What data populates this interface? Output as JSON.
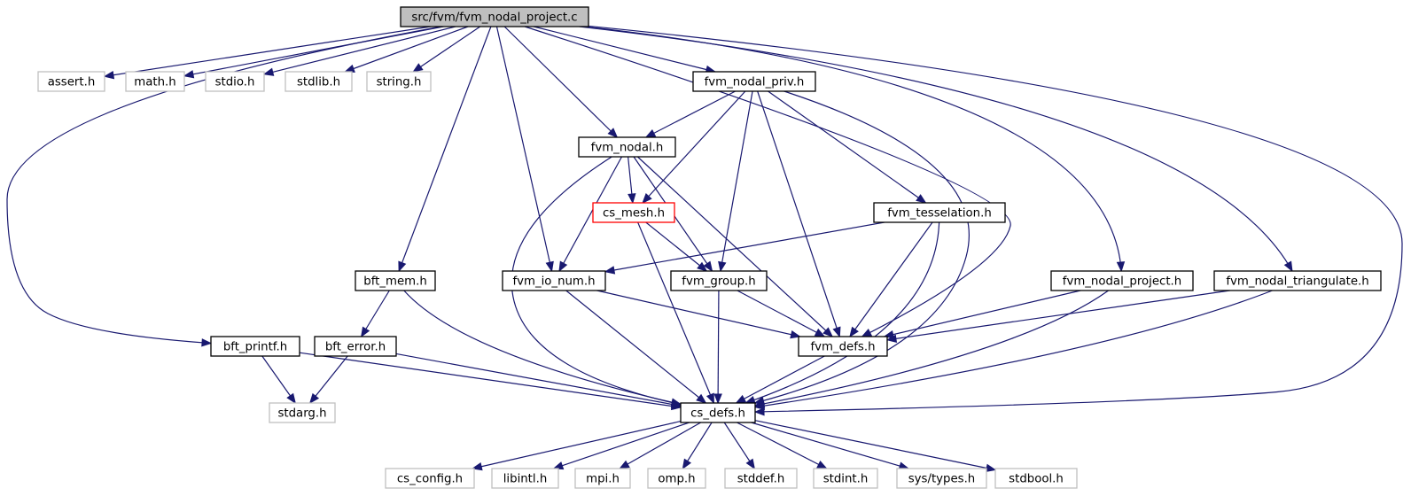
{
  "colors": {
    "edge": "#191970",
    "node_border": "#000000",
    "node_border_missing": "#bfbfbf",
    "node_border_incomplete": "#ff0000",
    "root_fill": "#bfbfbf",
    "node_fill": "#ffffff",
    "text": "#000000"
  },
  "nodes": [
    {
      "id": "root",
      "label": "src/fvm/fvm_nodal_project.c",
      "kind": "root"
    },
    {
      "id": "assert",
      "label": "assert.h",
      "kind": "missing"
    },
    {
      "id": "math",
      "label": "math.h",
      "kind": "missing"
    },
    {
      "id": "stdio",
      "label": "stdio.h",
      "kind": "missing"
    },
    {
      "id": "stdlib",
      "label": "stdlib.h",
      "kind": "missing"
    },
    {
      "id": "string",
      "label": "string.h",
      "kind": "missing"
    },
    {
      "id": "priv",
      "label": "fvm_nodal_priv.h",
      "kind": "normal"
    },
    {
      "id": "nodal",
      "label": "fvm_nodal.h",
      "kind": "normal"
    },
    {
      "id": "mesh",
      "label": "cs_mesh.h",
      "kind": "incomplete"
    },
    {
      "id": "tess",
      "label": "fvm_tesselation.h",
      "kind": "normal"
    },
    {
      "id": "bftmem",
      "label": "bft_mem.h",
      "kind": "normal"
    },
    {
      "id": "ionum",
      "label": "fvm_io_num.h",
      "kind": "normal"
    },
    {
      "id": "group",
      "label": "fvm_group.h",
      "kind": "normal"
    },
    {
      "id": "proj",
      "label": "fvm_nodal_project.h",
      "kind": "normal"
    },
    {
      "id": "tri",
      "label": "fvm_nodal_triangulate.h",
      "kind": "normal"
    },
    {
      "id": "bftprintf",
      "label": "bft_printf.h",
      "kind": "normal"
    },
    {
      "id": "bfterror",
      "label": "bft_error.h",
      "kind": "normal"
    },
    {
      "id": "fvmdefs",
      "label": "fvm_defs.h",
      "kind": "normal"
    },
    {
      "id": "stdarg",
      "label": "stdarg.h",
      "kind": "missing"
    },
    {
      "id": "csdefs",
      "label": "cs_defs.h",
      "kind": "normal"
    },
    {
      "id": "csconfig",
      "label": "cs_config.h",
      "kind": "missing"
    },
    {
      "id": "libintl",
      "label": "libintl.h",
      "kind": "missing"
    },
    {
      "id": "mpi",
      "label": "mpi.h",
      "kind": "missing"
    },
    {
      "id": "omp",
      "label": "omp.h",
      "kind": "missing"
    },
    {
      "id": "stddef",
      "label": "stddef.h",
      "kind": "missing"
    },
    {
      "id": "stdint",
      "label": "stdint.h",
      "kind": "missing"
    },
    {
      "id": "systypes",
      "label": "sys/types.h",
      "kind": "missing"
    },
    {
      "id": "stdbool",
      "label": "stdbool.h",
      "kind": "missing"
    }
  ],
  "edges": [
    {
      "from": "root",
      "to": "assert"
    },
    {
      "from": "root",
      "to": "math"
    },
    {
      "from": "root",
      "to": "stdio"
    },
    {
      "from": "root",
      "to": "stdlib"
    },
    {
      "from": "root",
      "to": "string"
    },
    {
      "from": "root",
      "to": "priv"
    },
    {
      "from": "root",
      "to": "nodal"
    },
    {
      "from": "root",
      "to": "bftmem"
    },
    {
      "from": "root",
      "to": "ionum"
    },
    {
      "from": "root",
      "to": "fvmdefs"
    },
    {
      "from": "root",
      "to": "proj"
    },
    {
      "from": "root",
      "to": "tri"
    },
    {
      "from": "root",
      "to": "csdefs"
    },
    {
      "from": "root",
      "to": "bftprintf"
    },
    {
      "from": "priv",
      "to": "nodal"
    },
    {
      "from": "priv",
      "to": "mesh"
    },
    {
      "from": "priv",
      "to": "group"
    },
    {
      "from": "priv",
      "to": "fvmdefs"
    },
    {
      "from": "priv",
      "to": "tess"
    },
    {
      "from": "priv",
      "to": "csdefs"
    },
    {
      "from": "nodal",
      "to": "mesh"
    },
    {
      "from": "nodal",
      "to": "ionum"
    },
    {
      "from": "nodal",
      "to": "group"
    },
    {
      "from": "nodal",
      "to": "fvmdefs"
    },
    {
      "from": "nodal",
      "to": "csdefs"
    },
    {
      "from": "mesh",
      "to": "group"
    },
    {
      "from": "mesh",
      "to": "csdefs"
    },
    {
      "from": "tess",
      "to": "ionum"
    },
    {
      "from": "tess",
      "to": "fvmdefs"
    },
    {
      "from": "tess",
      "to": "csdefs"
    },
    {
      "from": "bftmem",
      "to": "bfterror"
    },
    {
      "from": "bftmem",
      "to": "csdefs"
    },
    {
      "from": "ionum",
      "to": "fvmdefs"
    },
    {
      "from": "ionum",
      "to": "csdefs"
    },
    {
      "from": "group",
      "to": "fvmdefs"
    },
    {
      "from": "group",
      "to": "csdefs"
    },
    {
      "from": "proj",
      "to": "fvmdefs"
    },
    {
      "from": "proj",
      "to": "csdefs"
    },
    {
      "from": "tri",
      "to": "fvmdefs"
    },
    {
      "from": "tri",
      "to": "csdefs"
    },
    {
      "from": "bftprintf",
      "to": "stdarg"
    },
    {
      "from": "bftprintf",
      "to": "csdefs"
    },
    {
      "from": "bfterror",
      "to": "stdarg"
    },
    {
      "from": "bfterror",
      "to": "csdefs"
    },
    {
      "from": "fvmdefs",
      "to": "csdefs"
    },
    {
      "from": "csdefs",
      "to": "csconfig"
    },
    {
      "from": "csdefs",
      "to": "libintl"
    },
    {
      "from": "csdefs",
      "to": "mpi"
    },
    {
      "from": "csdefs",
      "to": "omp"
    },
    {
      "from": "csdefs",
      "to": "stddef"
    },
    {
      "from": "csdefs",
      "to": "stdint"
    },
    {
      "from": "csdefs",
      "to": "systypes"
    },
    {
      "from": "csdefs",
      "to": "stdbool"
    }
  ]
}
